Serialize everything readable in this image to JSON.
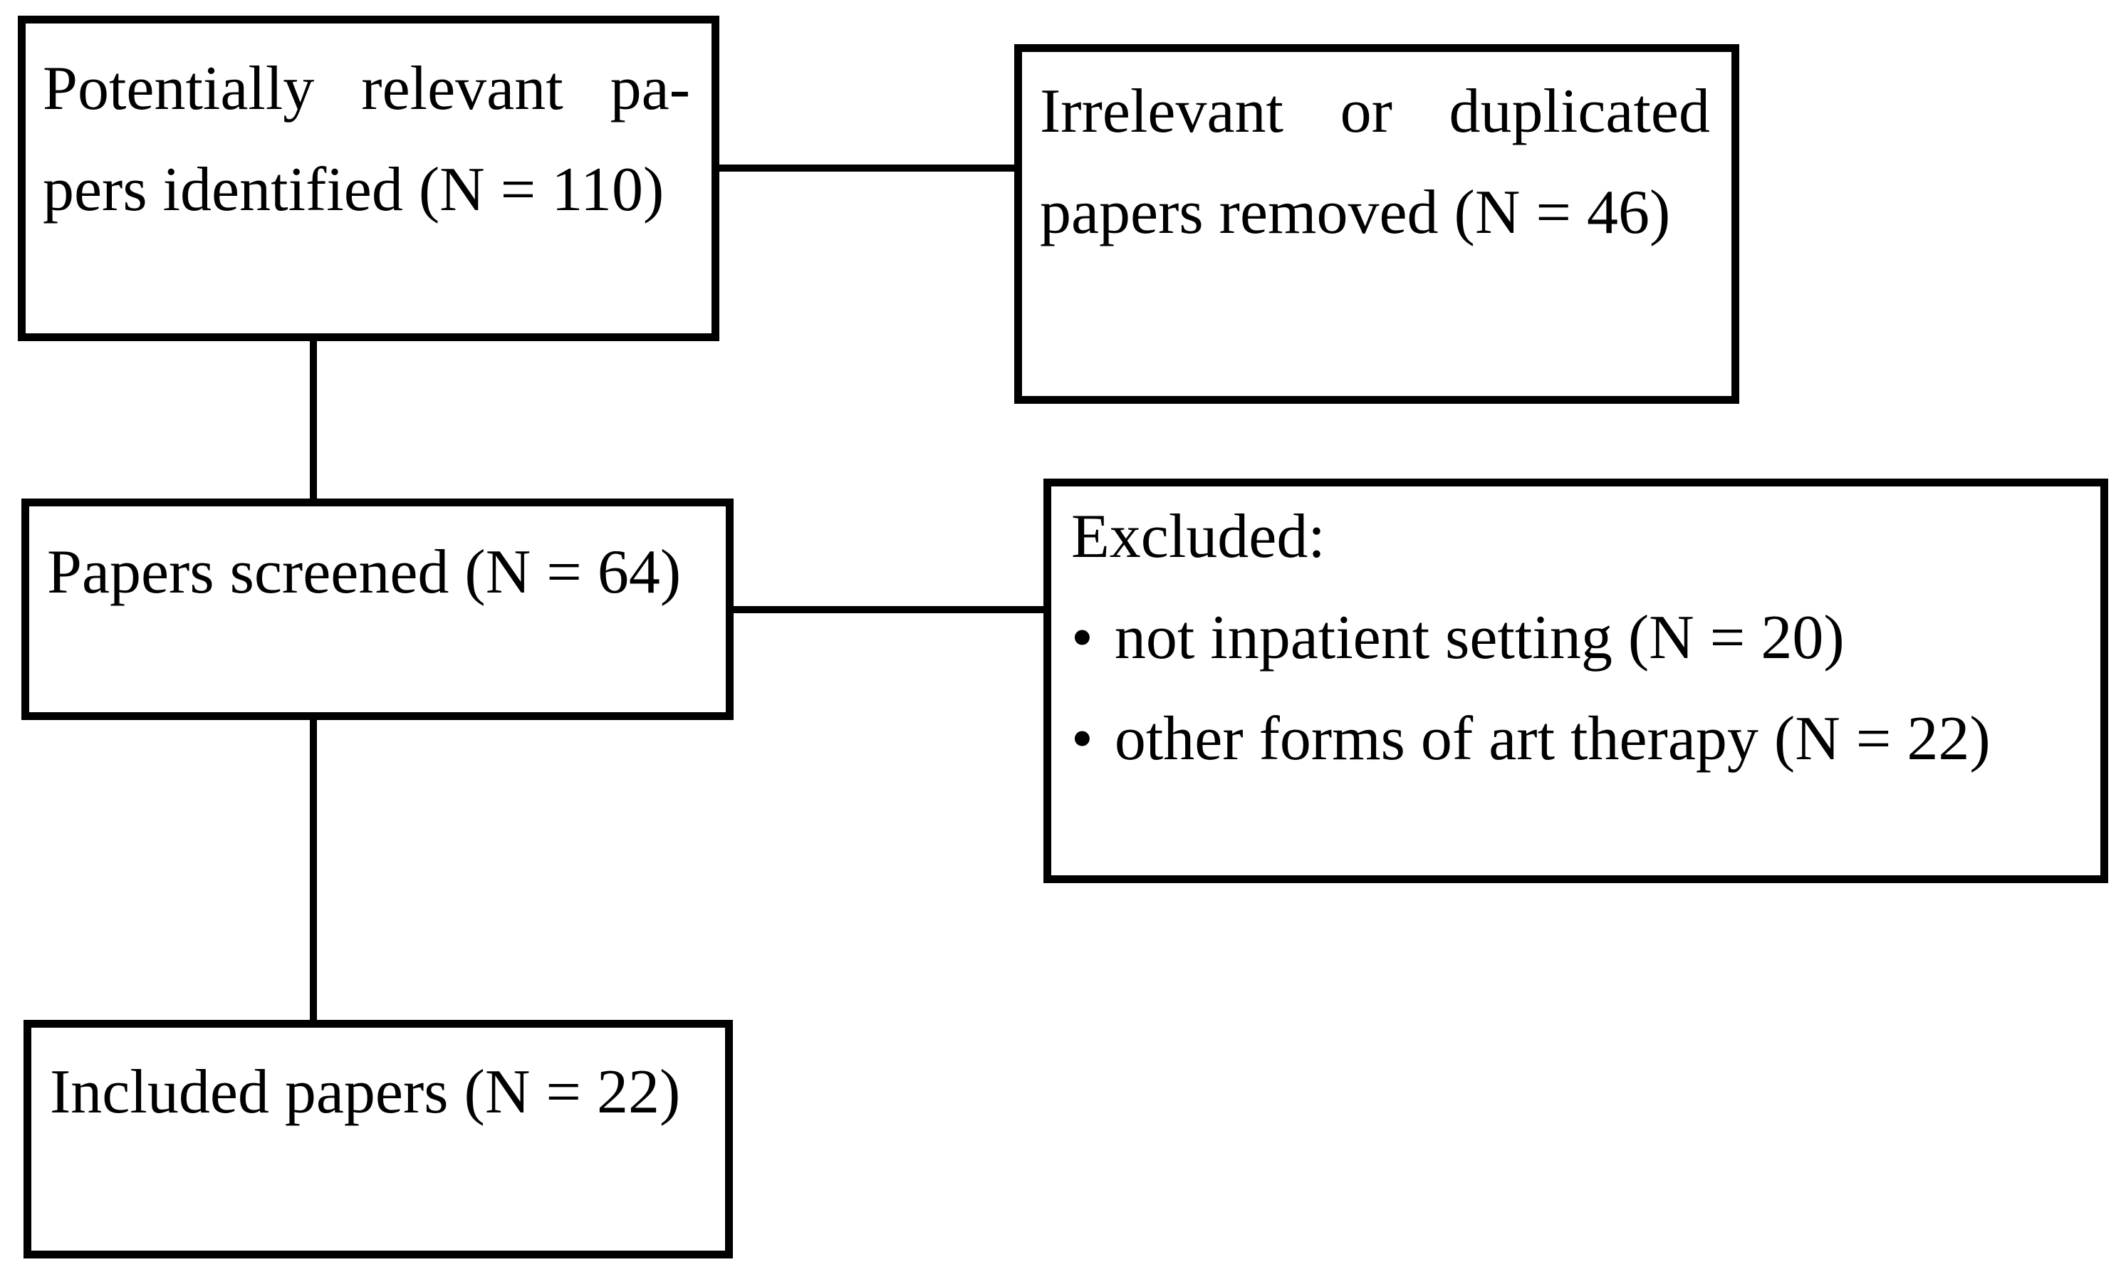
{
  "palette": {
    "ink": "#000000",
    "background": "#ffffff"
  },
  "glyphs": {
    "bullet": "•"
  },
  "diagram": {
    "type": "flowchart",
    "boxes": {
      "identified": {
        "line1": "Potentially relevant pa-",
        "line2": "pers identified (N = 110)"
      },
      "removed": {
        "line1": "Irrelevant or duplicated",
        "line2": "papers removed (N = 46)"
      },
      "screened": {
        "label": "Papers screened (N = 64)"
      },
      "excluded": {
        "title": "Excluded:",
        "items": [
          "not inpatient setting (N = 20)",
          "other forms of art therapy (N = 22)"
        ]
      },
      "included": {
        "label": "Included papers (N = 22)"
      }
    },
    "connections": [
      {
        "from": "identified",
        "to": "removed",
        "orientation": "horizontal"
      },
      {
        "from": "identified",
        "to": "screened",
        "orientation": "vertical"
      },
      {
        "from": "screened",
        "to": "excluded",
        "orientation": "horizontal"
      },
      {
        "from": "screened",
        "to": "included",
        "orientation": "vertical"
      }
    ]
  }
}
